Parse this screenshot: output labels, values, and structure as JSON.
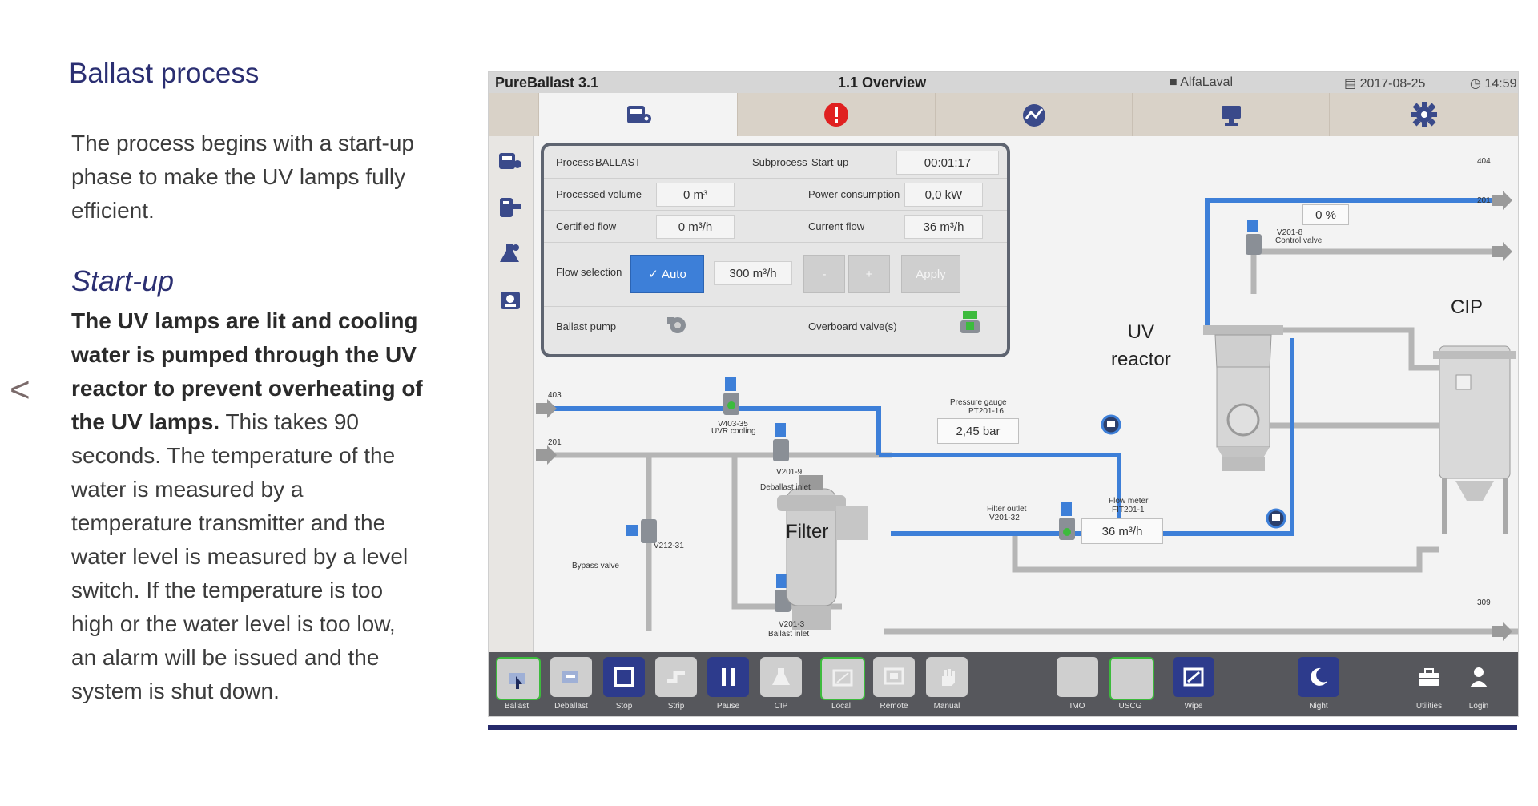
{
  "left": {
    "heading": "Ballast process",
    "intro": "The process begins with a start-up phase to make the UV lamps fully efficient.",
    "subheading": "Start-up",
    "body_bold": "The UV lamps are lit and cooling water is pumped through the UV reactor to prevent overheating of the UV lamps.",
    "body_rest": " This takes 90 seconds. The temperature of the water is measured by a temperature transmitter and the water level is measured by a level switch. If the temperature is too high or the water level is too low, an alarm will be issued and the system is shut down.",
    "prev_arrow": "<"
  },
  "hmi": {
    "app_name": "PureBallast 3.1",
    "screen_title": "1.1 Overview",
    "user": "AlfaLaval",
    "date": "2017-08-25",
    "time": "14:59",
    "info": {
      "process_label": "Process",
      "process_value": "BALLAST",
      "subprocess_label": "Subprocess",
      "subprocess_value": "Start-up",
      "elapsed": "00:01:17",
      "processed_volume_label": "Processed volume",
      "processed_volume": "0 m³",
      "power_label": "Power consumption",
      "power": "0,0 kW",
      "certified_flow_label": "Certified flow",
      "certified_flow": "0 m³/h",
      "current_flow_label": "Current flow",
      "current_flow": "36 m³/h",
      "flow_selection_label": "Flow selection",
      "auto_label": "Auto",
      "flow_setpoint": "300 m³/h",
      "minus_label": "-",
      "plus_label": "+",
      "apply_label": "Apply",
      "ballast_pump_label": "Ballast pump",
      "overboard_label": "Overboard valve(s)"
    },
    "diagram": {
      "uv_reactor": "UV\nreactor",
      "uv_line1": "UV",
      "uv_line2": "reactor",
      "cip": "CIP",
      "filter": "Filter",
      "port_404": "404",
      "port_201_out": "201",
      "port_309": "309",
      "port_403": "403",
      "port_201_in": "201",
      "control_valve_tag": "V201-8",
      "control_valve_name": "Control valve",
      "control_valve_value": "0 %",
      "pressure_gauge_name": "Pressure gauge",
      "pressure_gauge_tag": "PT201-16",
      "pressure_value": "2,45 bar",
      "uvr_cooling_tag": "V403-35",
      "uvr_cooling_name": "UVR cooling",
      "deballast_inlet_tag": "V201-9",
      "deballast_inlet_name": "Deballast inlet",
      "bypass_tag": "V212-31",
      "bypass_name": "Bypass valve",
      "filter_outlet_name": "Filter outlet",
      "filter_outlet_tag": "V201-32",
      "flow_meter_name": "Flow meter",
      "flow_meter_tag": "FIT201-1",
      "flow_meter_value": "36 m³/h",
      "ballast_inlet_tag": "V201-3",
      "ballast_inlet_name": "Ballast inlet"
    },
    "toolbar": {
      "ballast": "Ballast",
      "deballast": "Deballast",
      "stop": "Stop",
      "strip": "Strip",
      "pause": "Pause",
      "cip": "CIP",
      "local": "Local",
      "remote": "Remote",
      "manual": "Manual",
      "imo": "IMO",
      "uscg": "USCG",
      "wipe": "Wipe",
      "night": "Night",
      "utilities": "Utilities",
      "login": "Login"
    }
  },
  "colors": {
    "heading": "#2b2f72",
    "pipe_blue": "#3d7fd8",
    "pipe_grey": "#bdbdbd",
    "alarm_red": "#e02020",
    "toolbar_bg": "#56575c",
    "active_green": "#3dbb3d"
  }
}
